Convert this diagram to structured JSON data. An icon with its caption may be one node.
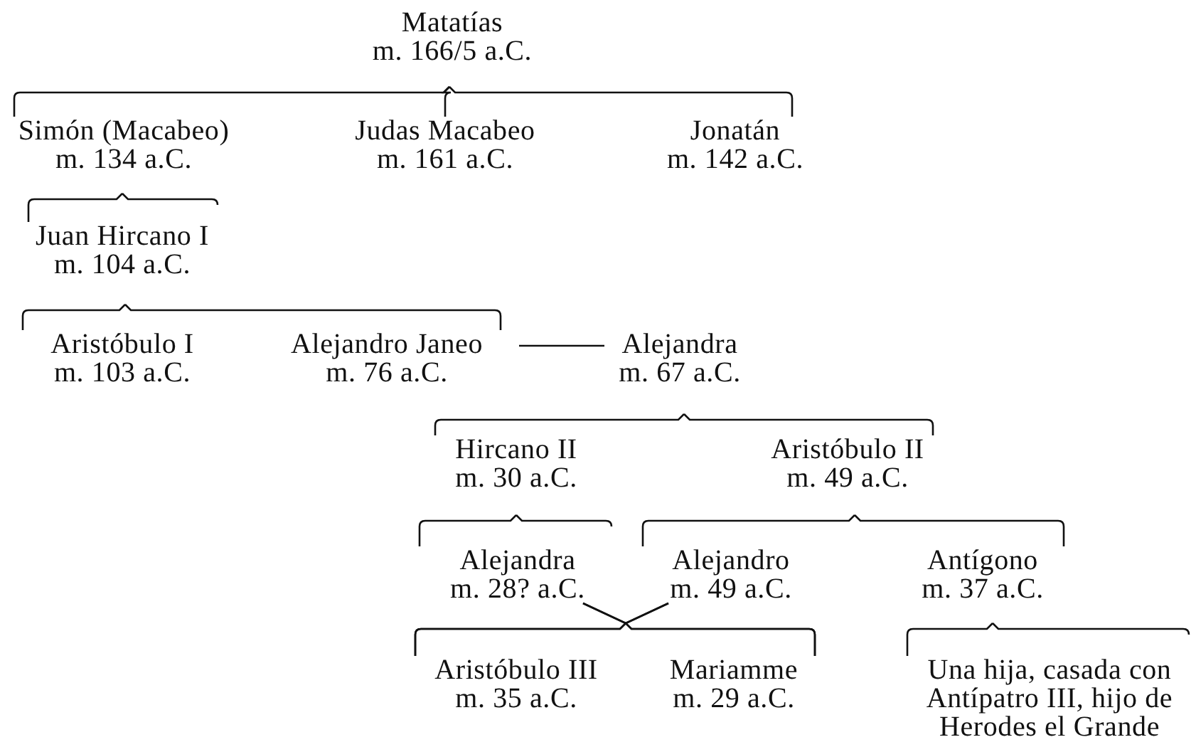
{
  "diagram": {
    "nodes": [
      {
        "text": [
          "Matatías",
          "m. 166/5 a.C."
        ]
      },
      {
        "text": [
          "Simón (Macabeo)",
          "m. 134 a.C."
        ]
      },
      {
        "text": [
          "Judas Macabeo",
          "m. 161 a.C."
        ]
      },
      {
        "text": [
          "Jonatán",
          "m. 142 a.C."
        ]
      },
      {
        "text": [
          "Juan Hircano I",
          "m. 104 a.C."
        ]
      },
      {
        "text": [
          "Aristóbulo I",
          "m. 103 a.C."
        ]
      },
      {
        "text": [
          "Alejandro Janeo",
          "m. 76 a.C."
        ]
      },
      {
        "text": [
          "Alejandra",
          "m. 67 a.C."
        ]
      },
      {
        "text": [
          "Hircano II",
          "m. 30 a.C."
        ]
      },
      {
        "text": [
          "Aristóbulo II",
          "m. 49 a.C."
        ]
      },
      {
        "text": [
          "Alejandra",
          "m. 28? a.C."
        ]
      },
      {
        "text": [
          "Alejandro",
          "m. 49 a.C."
        ]
      },
      {
        "text": [
          "Antígono",
          "m. 37 a.C."
        ]
      },
      {
        "text": [
          "Aristóbulo III",
          "m. 35 a.C."
        ]
      },
      {
        "text": [
          "Mariamme",
          "m. 29 a.C."
        ]
      },
      {
        "text": [
          "Una hija, casada con Antípatro III, hijo de Herodes el Grande"
        ]
      }
    ],
    "edges": [
      {
        "from": 0,
        "to": 1,
        "arrow": "none"
      },
      {
        "from": 0,
        "to": 2,
        "arrow": "none"
      },
      {
        "from": 0,
        "to": 3,
        "arrow": "none"
      },
      {
        "from": 1,
        "to": 4,
        "arrow": "none"
      },
      {
        "from": 4,
        "to": 5,
        "arrow": "none"
      },
      {
        "from": 4,
        "to": 6,
        "arrow": "none"
      },
      {
        "from": 6,
        "to": 7,
        "arrow": "none"
      },
      {
        "from": 7,
        "to": 8,
        "arrow": "none"
      },
      {
        "from": 7,
        "to": 9,
        "arrow": "none"
      },
      {
        "from": 8,
        "to": 10,
        "arrow": "none"
      },
      {
        "from": 9,
        "to": 11,
        "arrow": "none"
      },
      {
        "from": 9,
        "to": 12,
        "arrow": "none"
      },
      {
        "from": 10,
        "to": 13,
        "arrow": "none"
      },
      {
        "from": 10,
        "to": 14,
        "arrow": "none"
      },
      {
        "from": 11,
        "to": 13,
        "arrow": "none"
      },
      {
        "from": 11,
        "to": 14,
        "arrow": "none"
      },
      {
        "from": 12,
        "to": 15,
        "arrow": "none"
      }
    ]
  }
}
